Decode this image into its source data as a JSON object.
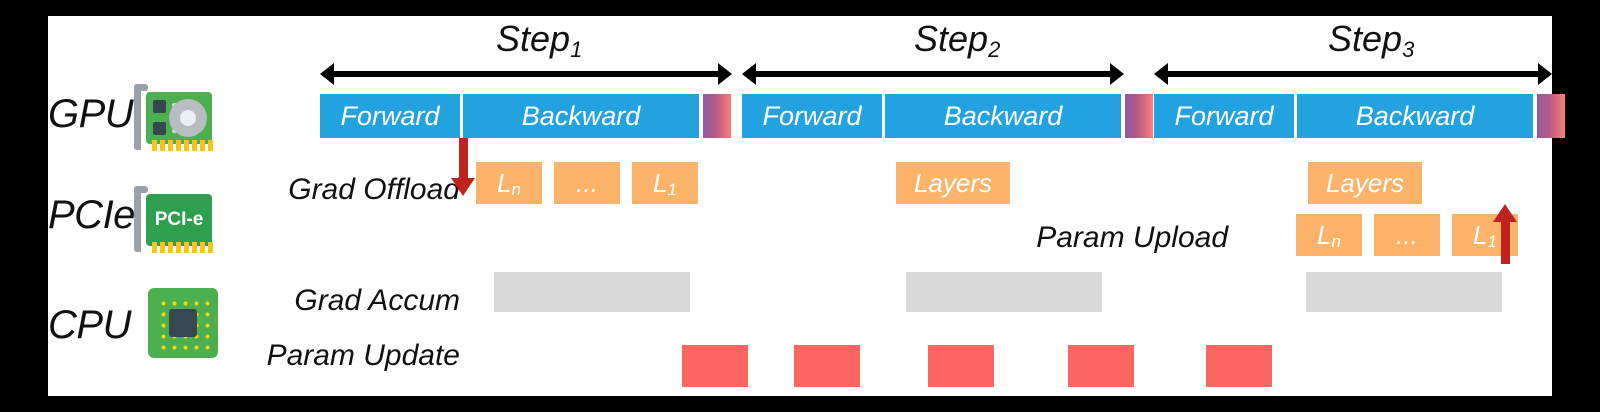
{
  "figure": {
    "background_color": "#000000",
    "canvas_color": "#ffffff"
  },
  "devices": [
    {
      "label": "GPU",
      "icon": "gpu-card-icon"
    },
    {
      "label": "PCIe",
      "icon": "pcie-card-icon",
      "icon_text": "PCI-e"
    },
    {
      "label": "CPU",
      "icon": "cpu-chip-icon"
    }
  ],
  "steps": [
    {
      "label": "Step",
      "sub": "1"
    },
    {
      "label": "Step",
      "sub": "2"
    },
    {
      "label": "Step",
      "sub": "3"
    }
  ],
  "gpu_row": {
    "forward_label": "Forward",
    "backward_label": "Backward",
    "gradient_colors": [
      "#8e5ba6",
      "#fa7f76"
    ],
    "bar_color": "#22a3e0"
  },
  "row_captions": {
    "grad_offload": "Grad Offload",
    "param_upload": "Param Upload",
    "grad_accum": "Grad Accum",
    "param_update": "Param Update"
  },
  "pcie_blocks": {
    "color": "#fbb269",
    "grad_offload_step1": [
      {
        "text": "L",
        "sub": "n"
      },
      {
        "text": "...",
        "sub": ""
      },
      {
        "text": "L",
        "sub": "1"
      }
    ],
    "grad_offload_step2": [
      {
        "text": "Layers",
        "sub": ""
      }
    ],
    "grad_offload_step3": [
      {
        "text": "Layers",
        "sub": ""
      }
    ],
    "param_upload_step3": [
      {
        "text": "L",
        "sub": "n"
      },
      {
        "text": "...",
        "sub": ""
      },
      {
        "text": "L",
        "sub": "1"
      }
    ]
  },
  "cpu_row": {
    "grad_accum_color": "#d9d9d9",
    "grad_accum_count": 3,
    "param_update_color": "#fc6660",
    "param_update_count": 5
  },
  "transfer_arrows": {
    "color": "#c0221e",
    "down_arrow_name": "grad-offload-down-arrow",
    "up_arrow_name": "param-upload-up-arrow"
  }
}
